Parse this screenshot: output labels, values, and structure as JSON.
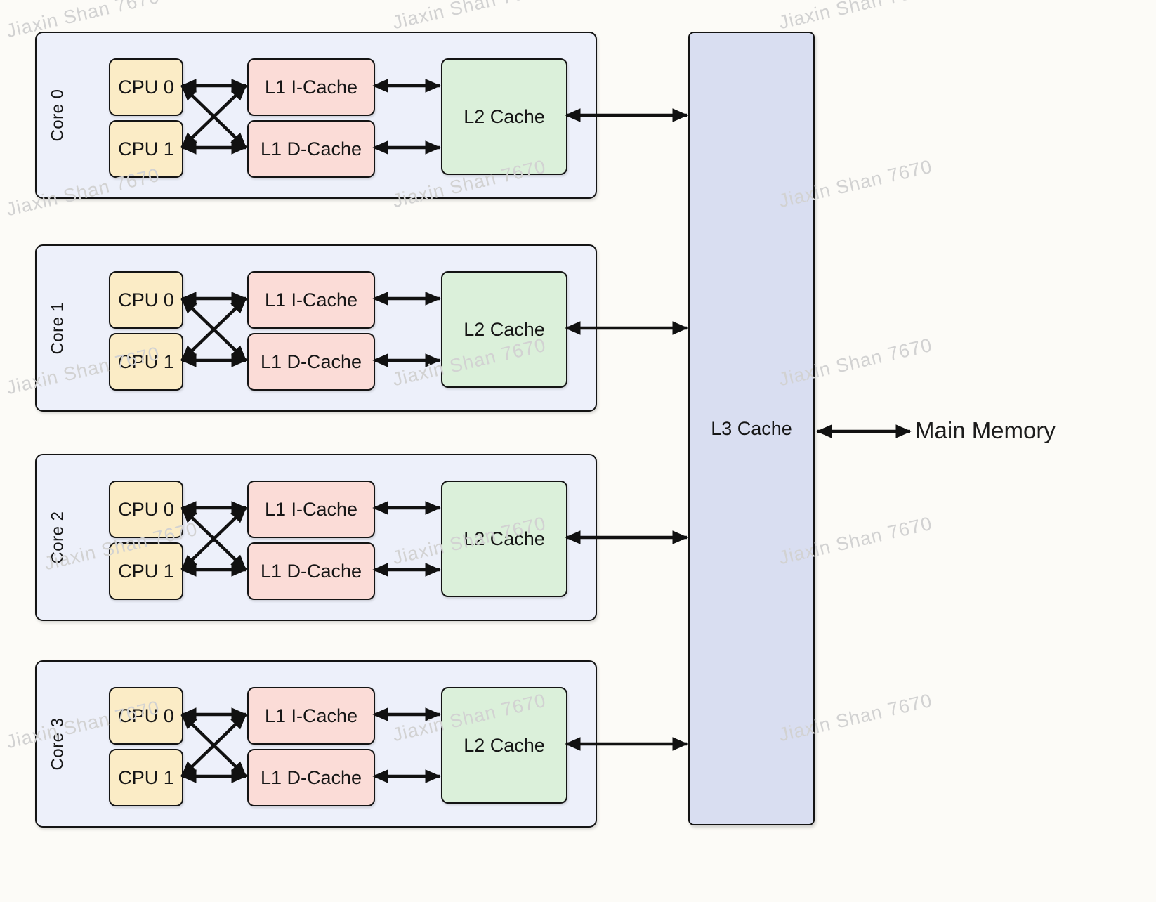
{
  "watermark": "Jiaxin Shan 7670",
  "cores": [
    {
      "label": "Core 0",
      "cpu0": "CPU 0",
      "cpu1": "CPU 1",
      "l1i": "L1 I-Cache",
      "l1d": "L1 D-Cache",
      "l2": "L2 Cache"
    },
    {
      "label": "Core 1",
      "cpu0": "CPU 0",
      "cpu1": "CPU 1",
      "l1i": "L1 I-Cache",
      "l1d": "L1 D-Cache",
      "l2": "L2 Cache"
    },
    {
      "label": "Core 2",
      "cpu0": "CPU 0",
      "cpu1": "CPU 1",
      "l1i": "L1 I-Cache",
      "l1d": "L1 D-Cache",
      "l2": "L2 Cache"
    },
    {
      "label": "Core 3",
      "cpu0": "CPU 0",
      "cpu1": "CPU 1",
      "l1i": "L1 I-Cache",
      "l1d": "L1 D-Cache",
      "l2": "L2 Cache"
    }
  ],
  "l3_label": "L3 Cache",
  "main_memory_label": "Main Memory",
  "colors": {
    "cpu_fill": "#fbecc6",
    "l1_fill": "#fbdcd7",
    "l2_fill": "#dbf0da",
    "l3_fill": "#d9def1",
    "core_fill": "#edf0fa",
    "border": "#141414",
    "background": "#fcfbf7",
    "watermark": "#d2d2d2"
  }
}
